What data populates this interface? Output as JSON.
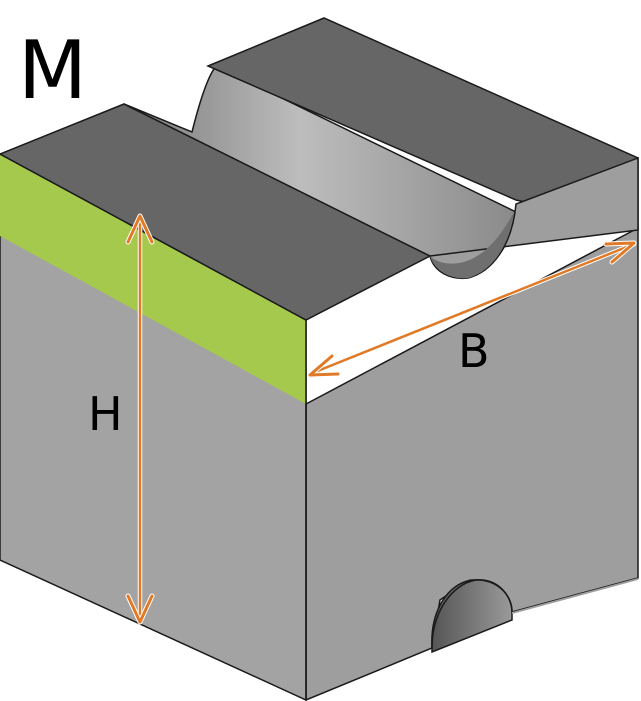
{
  "logo": {
    "text": "M"
  },
  "dimensions": {
    "height": {
      "label": "H"
    },
    "width": {
      "label": "B"
    }
  },
  "colors": {
    "top_face": "#666666",
    "side_face": "#9c9c9c",
    "front_face": "#a3a3a3",
    "highlight_band": "#a4c94c",
    "arrow": "#e07a27",
    "outline": "#1a1a1a",
    "background": "#ffffff"
  }
}
